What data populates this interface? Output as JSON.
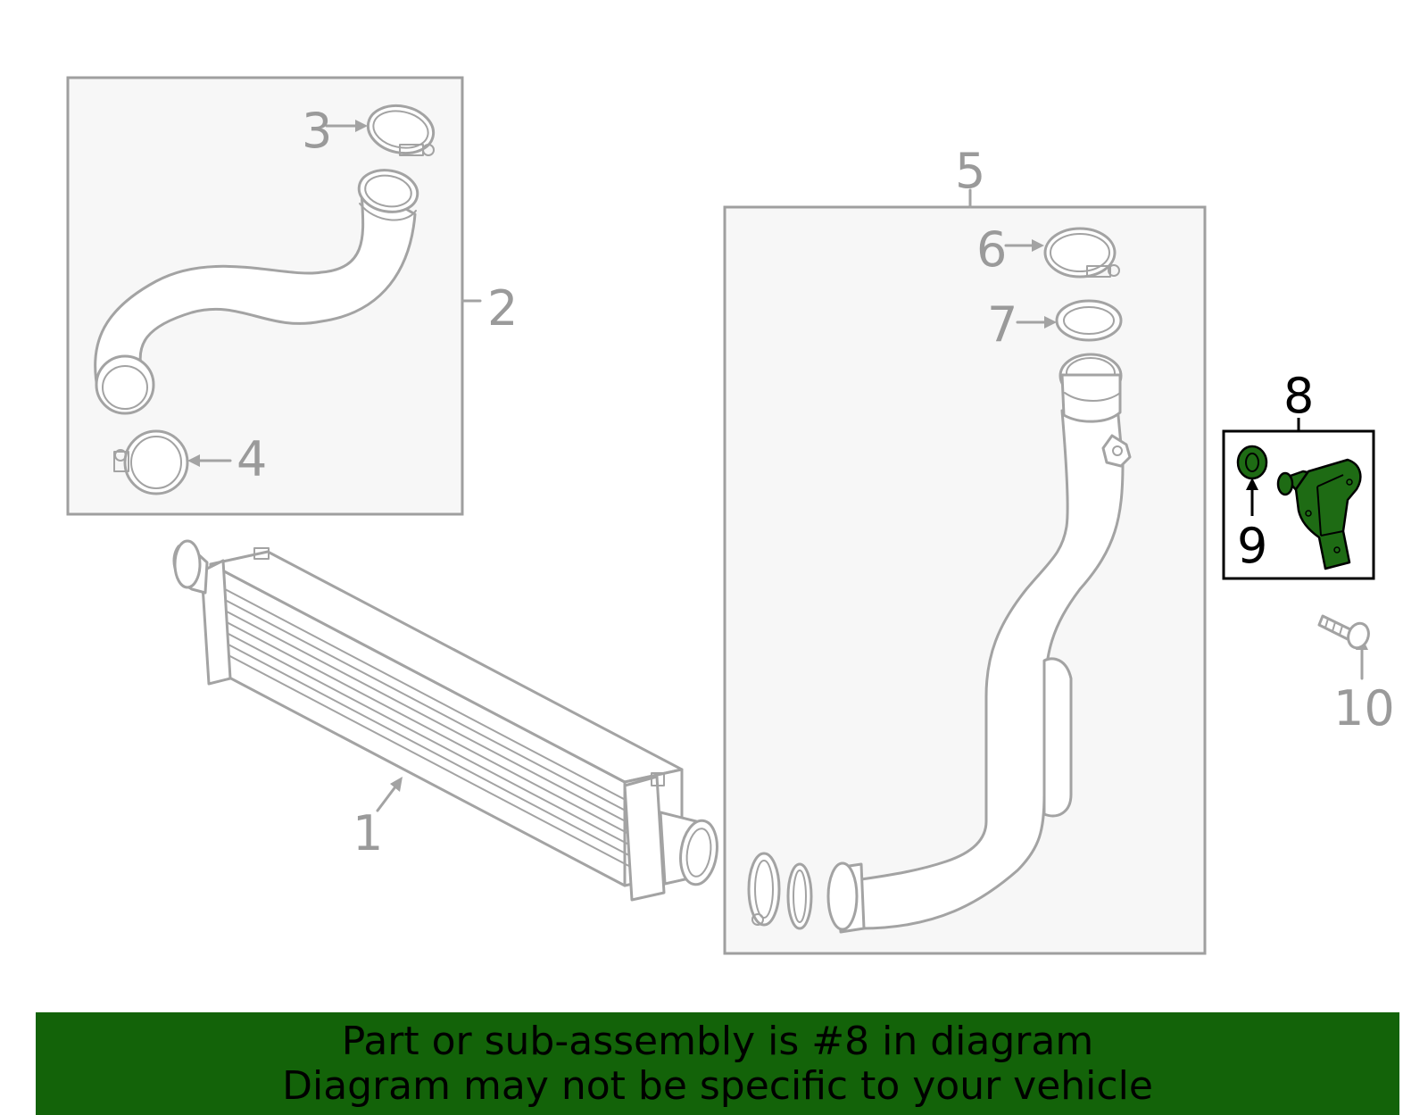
{
  "callouts": [
    {
      "id": "1",
      "text": "1"
    },
    {
      "id": "2",
      "text": "2"
    },
    {
      "id": "3",
      "text": "3"
    },
    {
      "id": "4",
      "text": "4"
    },
    {
      "id": "5",
      "text": "5"
    },
    {
      "id": "6",
      "text": "6"
    },
    {
      "id": "7",
      "text": "7"
    },
    {
      "id": "8",
      "text": "8"
    },
    {
      "id": "9",
      "text": "9"
    },
    {
      "id": "10",
      "text": "10"
    }
  ],
  "highlighted_part": "8",
  "colors": {
    "line_gray": "#a3a3a3",
    "box_fill": "#f7f7f7",
    "highlight_green": "#1e6b14",
    "banner_green": "#136309"
  },
  "banner": {
    "line1": "Part or sub-assembly is #8 in diagram",
    "line2": "Diagram may not be specific to your vehicle"
  }
}
